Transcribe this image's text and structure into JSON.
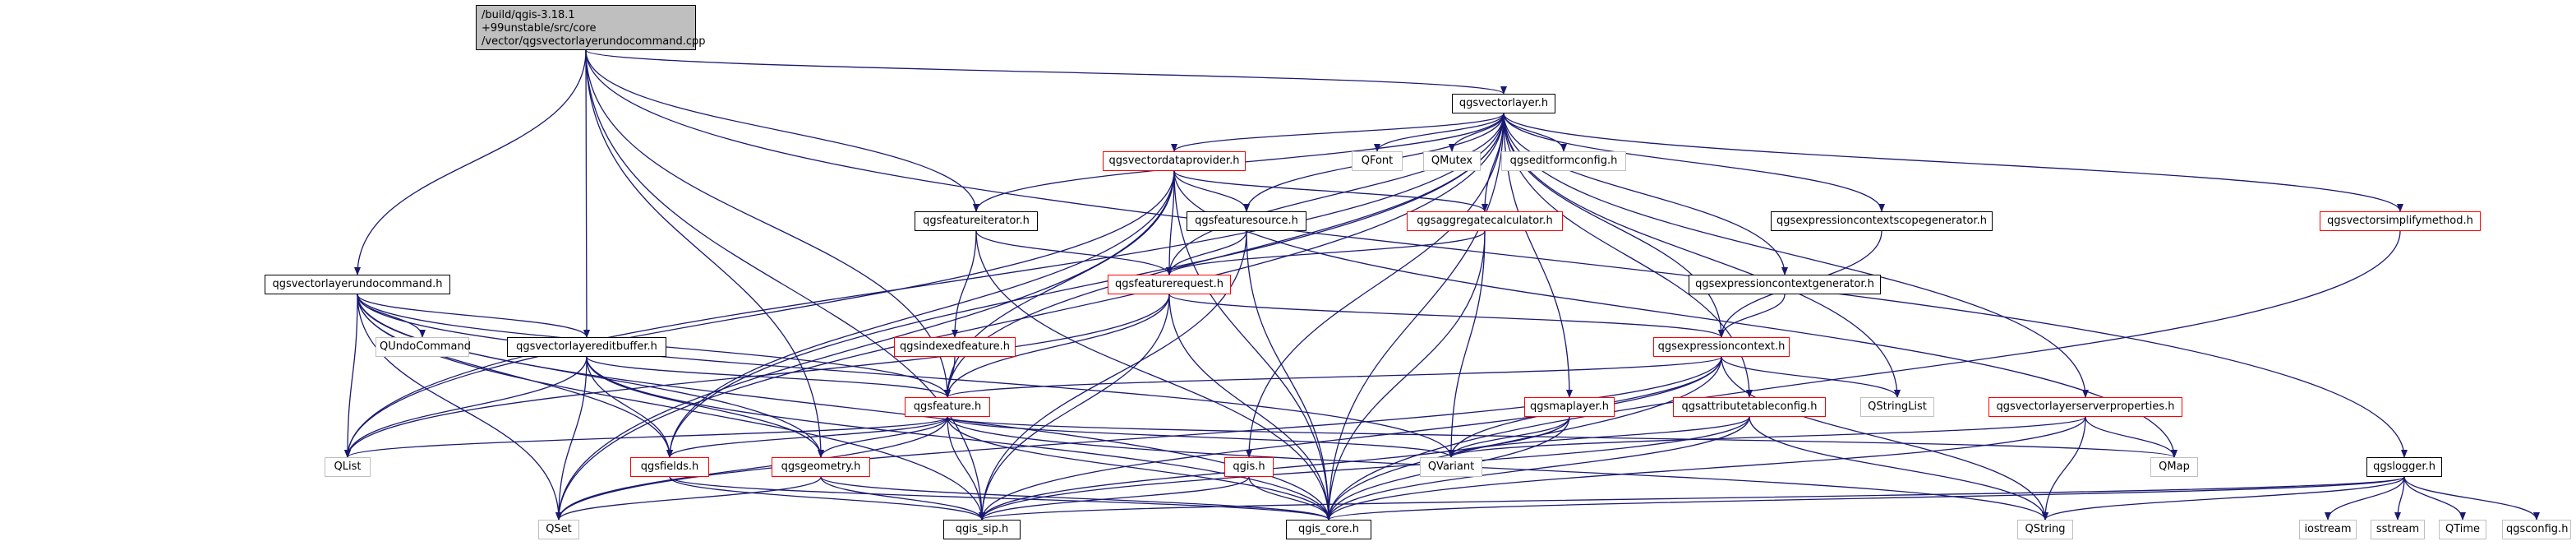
{
  "root": {
    "line1": "/build/qgis-3.18.1",
    "line2": "+99unstable/src/core",
    "line3": "/vector/qgsvectorlayerundocommand.cpp"
  },
  "nodes": {
    "qgsvectorlayer_h": "qgsvectorlayer.h",
    "qgsvectordataprovider_h": "qgsvectordataprovider.h",
    "qfont": "QFont",
    "qmutex": "QMutex",
    "qgseditformconfig_h": "qgseditformconfig.h",
    "qgsfeatureiterator_h": "qgsfeatureiterator.h",
    "qgsfeaturesource_h": "qgsfeaturesource.h",
    "qgsaggregatecalculator_h": "qgsaggregatecalculator.h",
    "qgsexpressioncontextscopegenerator_h": "qgsexpressioncontextscopegenerator.h",
    "qgsvectorsimplifymethod_h": "qgsvectorsimplifymethod.h",
    "qgsvectorlayerundocommand_h": "qgsvectorlayerundocommand.h",
    "qgsfeaturerequest_h": "qgsfeaturerequest.h",
    "qgsexpressioncontextgenerator_h": "qgsexpressioncontextgenerator.h",
    "qundocommand": "QUndoCommand",
    "qgsvectorlayereditbuffer_h": "qgsvectorlayereditbuffer.h",
    "qgsindexedfeature_h": "qgsindexedfeature.h",
    "qgsexpressioncontext_h": "qgsexpressioncontext.h",
    "qgsfeature_h": "qgsfeature.h",
    "qstringlist": "QStringList",
    "qgsmaplayer_h": "qgsmaplayer.h",
    "qgsattributetableconfig_h": "qgsattributetableconfig.h",
    "qgsvectorlayerserverproperties_h": "qgsvectorlayerserverproperties.h",
    "qlist": "QList",
    "qgsfields_h": "qgsfields.h",
    "qgsgeometry_h": "qgsgeometry.h",
    "qgis_h": "qgis.h",
    "qvariant": "QVariant",
    "qmap": "QMap",
    "qgslogger_h": "qgslogger.h",
    "qset": "QSet",
    "qgis_sip_h": "qgis_sip.h",
    "qgis_core_h": "qgis_core.h",
    "qstring": "QString",
    "iostream": "iostream",
    "sstream": "sstream",
    "qtime": "QTime",
    "qgsconfig_h": "qgsconfig.h"
  },
  "colors": {
    "edge": "#191970",
    "linked_red": "#ff0000",
    "plain_border": "#bfbfbf",
    "root_fill": "#bfbfbf"
  }
}
